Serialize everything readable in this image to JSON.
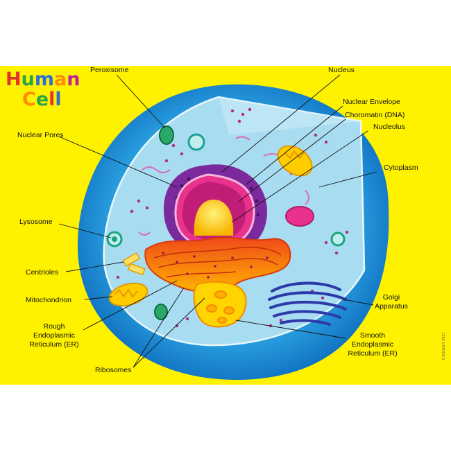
{
  "title": {
    "line1": "Human",
    "line2": "Cell"
  },
  "copyright": "© ASHLEY 2017",
  "labels": {
    "peroxisome": "Peroxisome",
    "nucleus": "Nucleus",
    "nuclear_envelope": "Nuclear Envelope",
    "chromatin": "Choromatin (DNA)",
    "nucleolus": "Nucleolus",
    "cytoplasm": "Cytoplasm",
    "nuclear_pores": "Nuclear Pores",
    "lysosome": "Lysosome",
    "centrioles": "Centrioles",
    "mitochondrion": "Mitochondrion",
    "rough_er": [
      "Rough",
      "Endoplasmic",
      "Reticulum (ER)"
    ],
    "ribosomes": "Ribosomes",
    "golgi": [
      "Golgi",
      "Apparatus"
    ],
    "smooth_er": [
      "Smooth",
      "Endoplasmic",
      "Reticulum (ER)"
    ]
  },
  "colors": {
    "background": "#fff200",
    "membrane_outer": "#1b8fd8",
    "cytoplasm": "#a8dcf0",
    "nucleus_outer": "#7a2a9c",
    "nucleus_inner": "#e8328c",
    "nucleolus": "#ffd000",
    "rough_er": "#f26a1b",
    "golgi": "#2b3aa8",
    "mitochondrion": "#ffcc00",
    "lysosome": "#1aa37a"
  }
}
